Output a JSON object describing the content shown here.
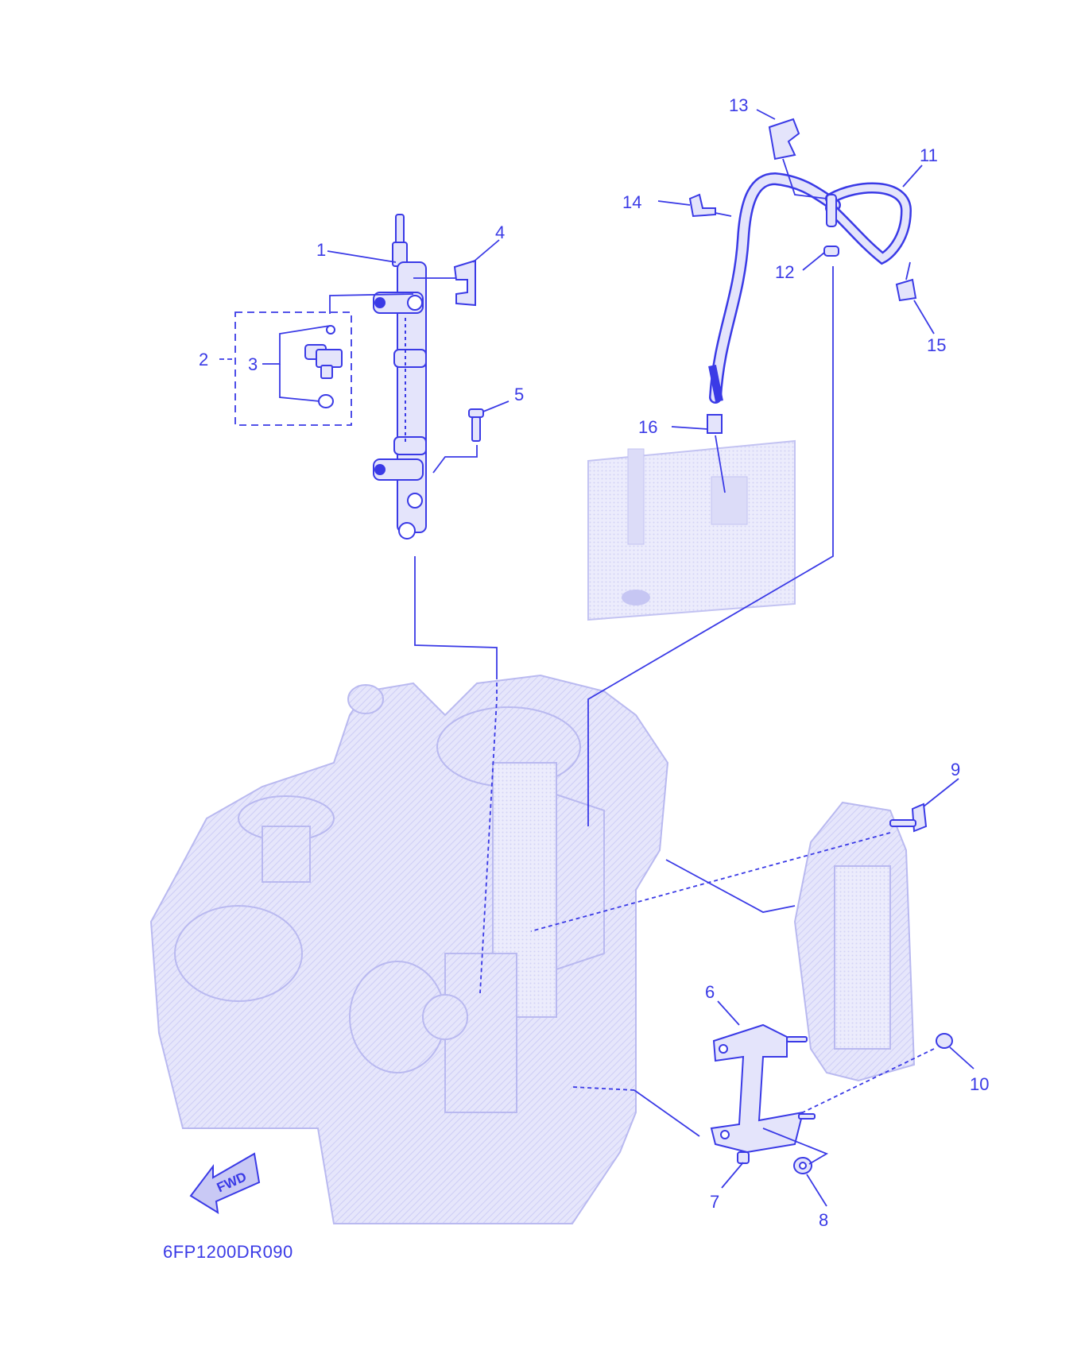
{
  "diagram": {
    "drawing_code": "6FP1200DR090",
    "fwd_label": "FWD",
    "line_color": "#3a3ae6",
    "fill_color": "#e4e4fb",
    "ghost_color": "#c9c9f5",
    "callouts": [
      "1",
      "2",
      "3",
      "4",
      "5",
      "6",
      "7",
      "8",
      "9",
      "10",
      "11",
      "12",
      "13",
      "14",
      "15",
      "16"
    ]
  }
}
